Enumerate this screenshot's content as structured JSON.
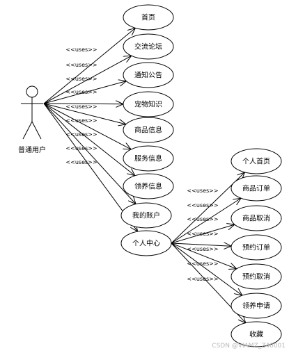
{
  "actor": {
    "name": "普通用户"
  },
  "relation_label": "<<uses>>",
  "main_use_cases": [
    "首页",
    "交流论坛",
    "通知公告",
    "宠物知识",
    "商品信息",
    "服务信息",
    "领养信息",
    "我的账户",
    "个人中心"
  ],
  "sub_use_cases": [
    "个人首页",
    "商品订单",
    "商品取消",
    "预约订单",
    "预约取消",
    "领养申请",
    "收藏"
  ],
  "watermark": "CSDN @VIAMZ_Z40001"
}
